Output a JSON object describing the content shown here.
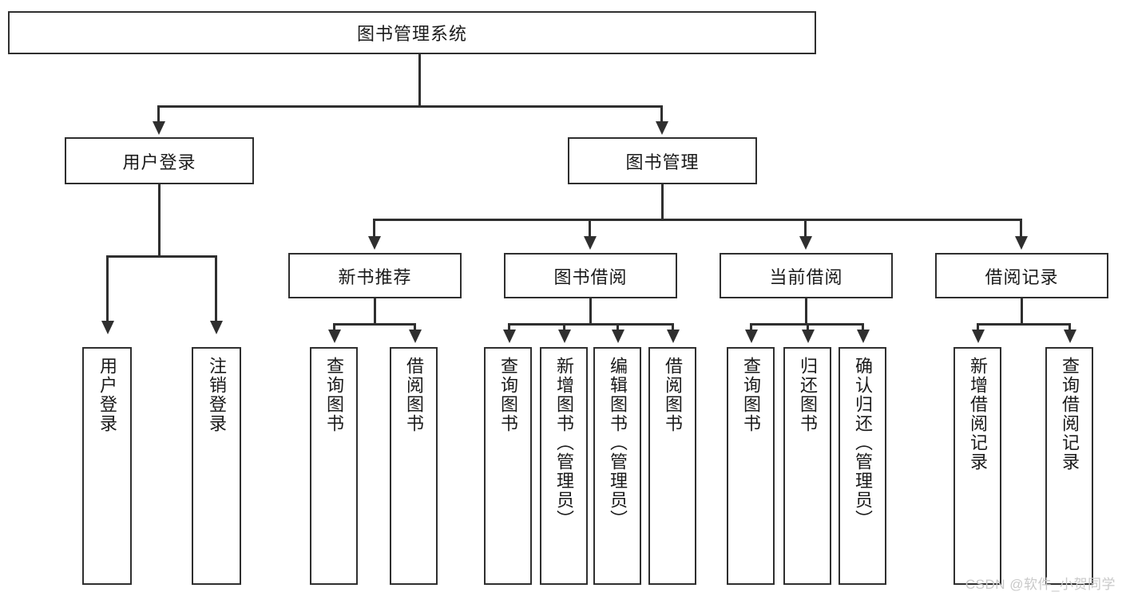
{
  "diagram": {
    "title": "图书管理系统",
    "type": "tree-hierarchy-chart",
    "watermark": "CSDN @软件_小贺同学",
    "colors": {
      "stroke": "#2f2f2f",
      "fill": "#ffffff",
      "text": "#1a1a1a",
      "watermark": "#c9c9c9"
    },
    "nodes": {
      "root": {
        "label": "图书管理系统"
      },
      "level2": [
        {
          "id": "user-login",
          "label": "用户登录"
        },
        {
          "id": "book-manage",
          "label": "图书管理"
        }
      ],
      "level3": [
        {
          "id": "new-book-rec",
          "label": "新书推荐"
        },
        {
          "id": "book-borrow",
          "label": "图书借阅"
        },
        {
          "id": "current-borrow",
          "label": "当前借阅"
        },
        {
          "id": "borrow-record",
          "label": "借阅记录"
        }
      ],
      "leaves": {
        "user_login": [
          {
            "id": "leaf-user-login",
            "label": "用户登录"
          },
          {
            "id": "leaf-logout",
            "label": "注销登录"
          }
        ],
        "new_book_rec": [
          {
            "id": "leaf-query-book-1",
            "label": "查询图书"
          },
          {
            "id": "leaf-borrow-book-1",
            "label": "借阅图书"
          }
        ],
        "book_borrow": [
          {
            "id": "leaf-query-book-2",
            "label": "查询图书"
          },
          {
            "id": "leaf-add-book",
            "label": "新增图书（管理员）"
          },
          {
            "id": "leaf-edit-book",
            "label": "编辑图书（管理员）"
          },
          {
            "id": "leaf-borrow-book-2",
            "label": "借阅图书"
          }
        ],
        "current_borrow": [
          {
            "id": "leaf-query-book-3",
            "label": "查询图书"
          },
          {
            "id": "leaf-return-book",
            "label": "归还图书"
          },
          {
            "id": "leaf-confirm-return",
            "label": "确认归还（管理员）"
          }
        ],
        "borrow_record": [
          {
            "id": "leaf-add-record",
            "label": "新增借阅记录"
          },
          {
            "id": "leaf-query-record",
            "label": "查询借阅记录"
          }
        ]
      }
    }
  }
}
